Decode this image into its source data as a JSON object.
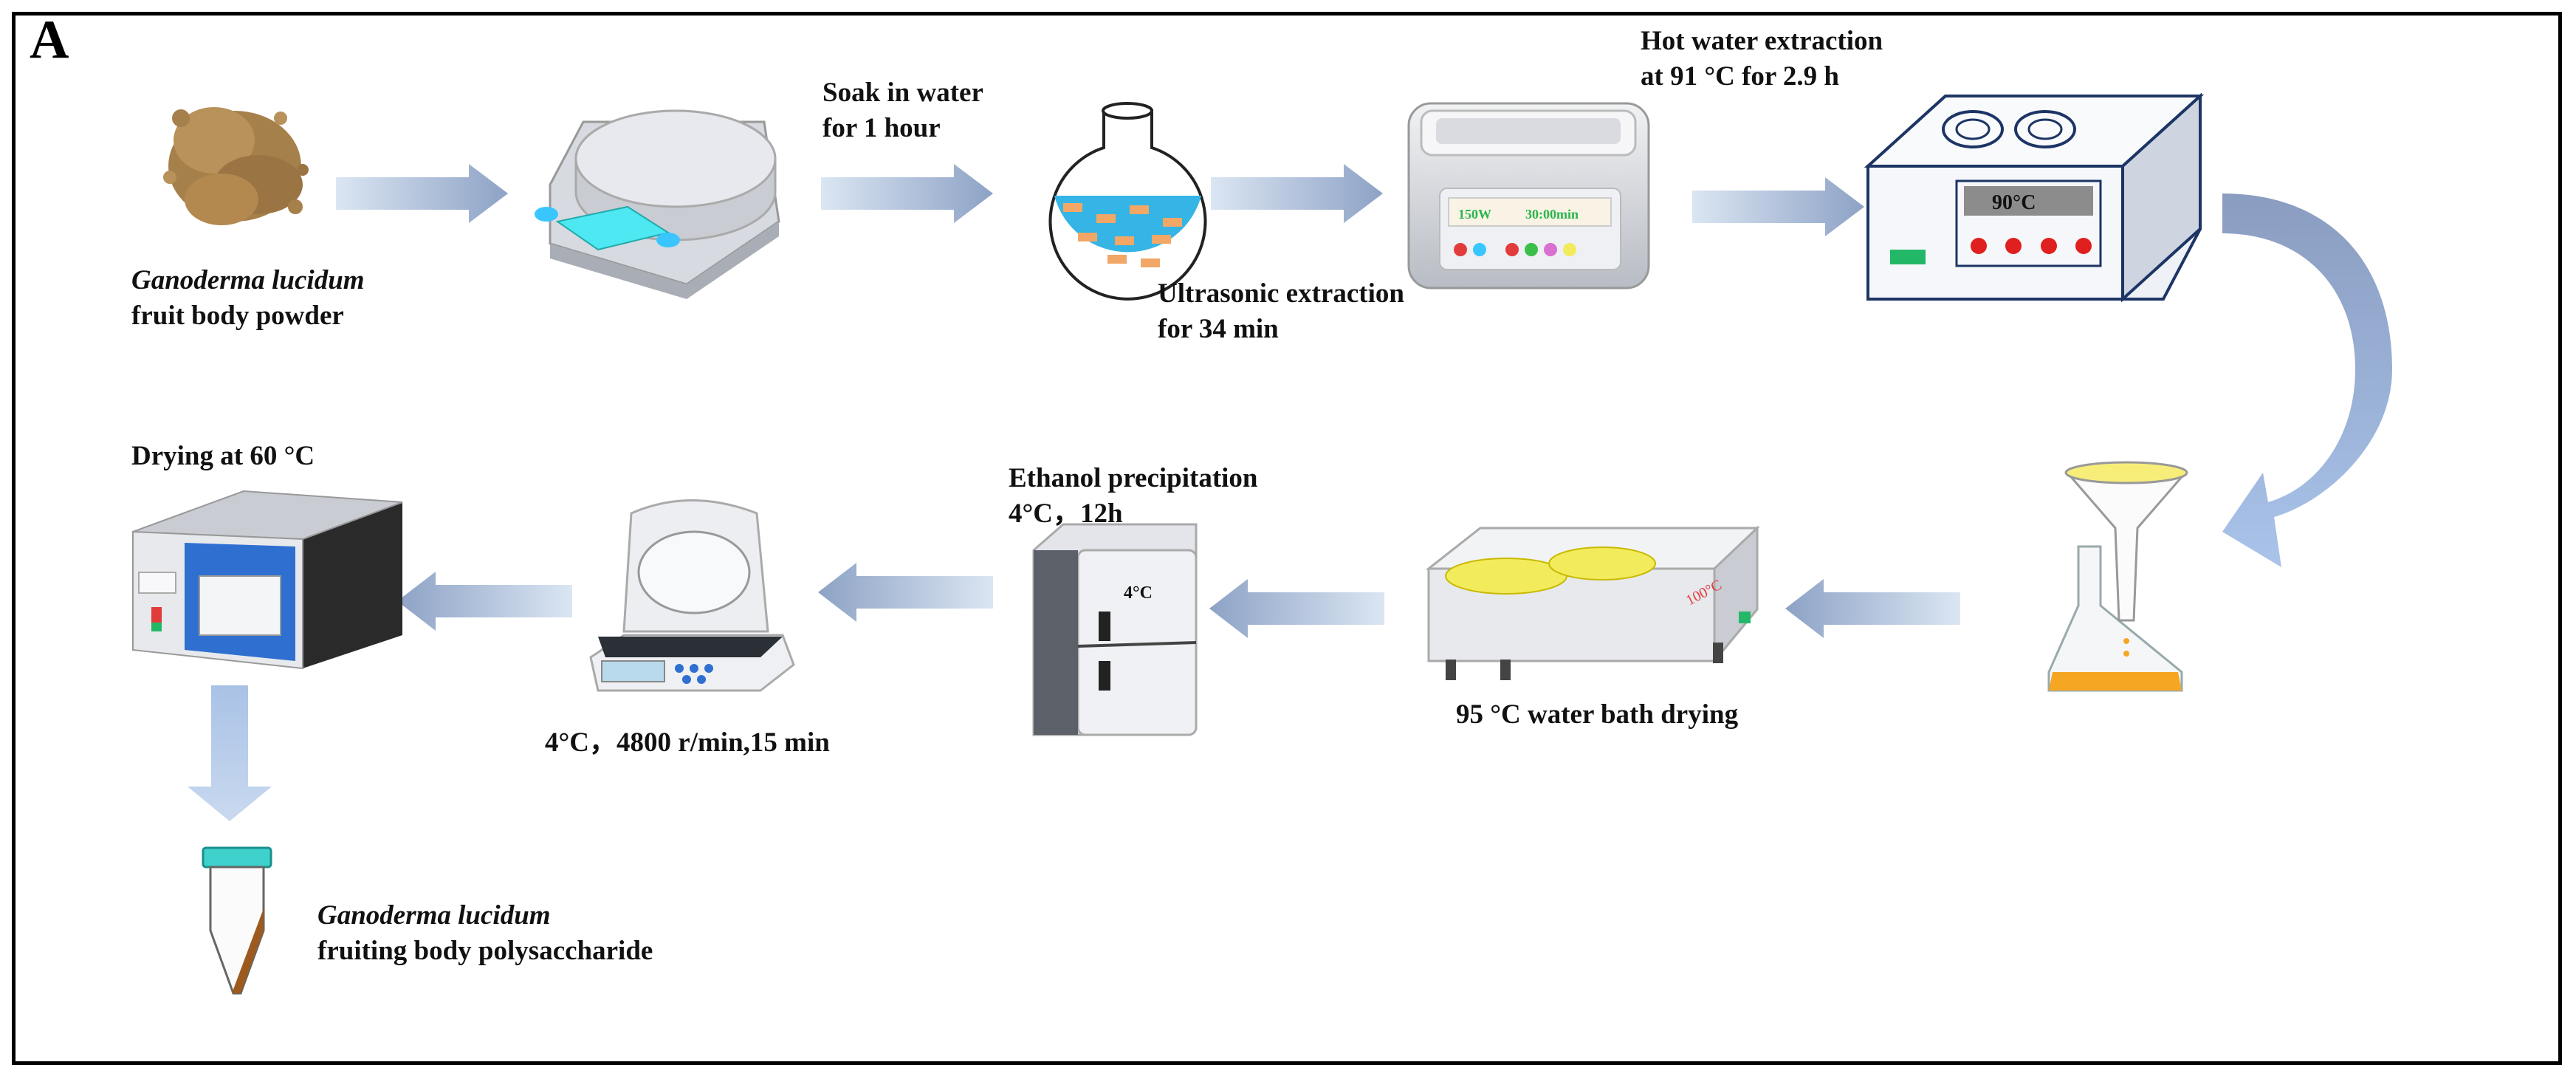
{
  "panel_label": "A",
  "labels": {
    "powder_species": "Ganoderma lucidum",
    "powder_desc": "fruit body powder",
    "soak_line1": "Soak in water",
    "soak_line2": "for 1 hour",
    "ultra_line1": "Ultrasonic extraction",
    "ultra_line2": "for 34 min",
    "hot_line1": "Hot water extraction",
    "hot_line2": "at 91 °C for 2.9 h",
    "drying_title": "Drying at 60 °C",
    "centrifuge": "4°C，4800 r/min,15 min",
    "ethanol_line1": "Ethanol precipitation",
    "ethanol_line2": "4°C，12h",
    "water_bath": "95 °C water bath drying",
    "product_species": "Ganoderma lucidum",
    "product_desc": "fruiting body polysaccharide"
  },
  "device_text": {
    "ultrasonic_power": "150W",
    "ultrasonic_time": "30:00min",
    "heater_display": "90°C",
    "fridge_temp": "4°C",
    "bath_temp": "100°C"
  },
  "colors": {
    "arrow_dark": "#8ea2c4",
    "arrow_light": "#d9e4f2",
    "powder": "#a6804a",
    "water": "#35b5e6",
    "display_yellow": "#f2ec5c",
    "filtrate": "#f5a623",
    "oven_blue": "#2f6fd0",
    "tube_brown": "#9c5a1e"
  }
}
